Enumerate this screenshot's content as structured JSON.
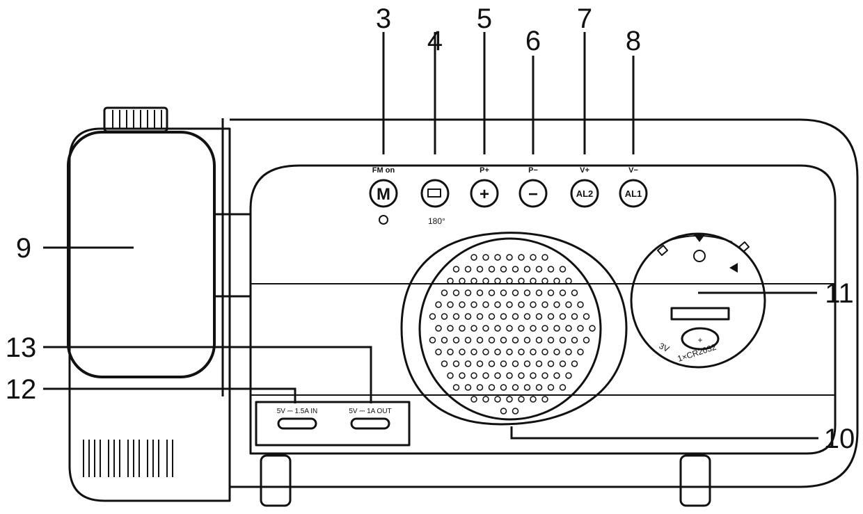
{
  "callouts": {
    "n3": "3",
    "n4": "4",
    "n5": "5",
    "n6": "6",
    "n7": "7",
    "n8": "8",
    "n9": "9",
    "n10": "10",
    "n11": "11",
    "n12": "12",
    "n13": "13"
  },
  "buttons": {
    "fm_on_label": "FM on",
    "m_glyph": "M",
    "p_plus_label": "P+",
    "plus_glyph": "+",
    "p_minus_label": "P−",
    "minus_glyph": "−",
    "v_plus_label": "V+",
    "al2_glyph": "AL2",
    "v_minus_label": "V−",
    "al1_glyph": "AL1",
    "rotate_label": "180°"
  },
  "ports": {
    "in_label": "5V ⎓ 1.5A IN",
    "out_label": "5V ⎓ 1A OUT"
  },
  "battery": {
    "voltage": "3V",
    "type": "1×CR2032",
    "plus_glyph": "+"
  }
}
